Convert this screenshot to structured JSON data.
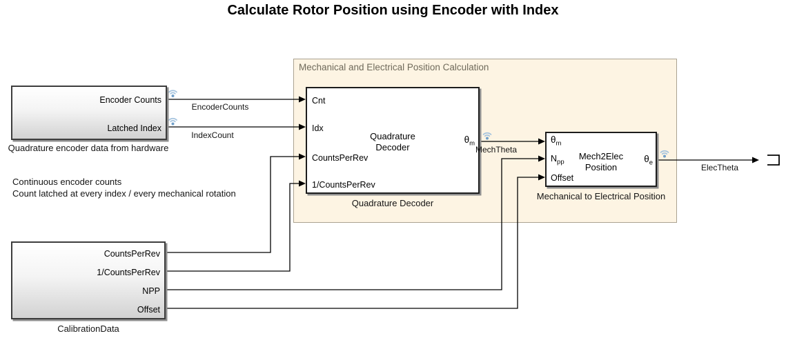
{
  "title": "Calculate Rotor Position using Encoder with Index",
  "annotation": {
    "line1": "Continuous encoder counts",
    "line2": "Count latched at every index / every mechanical rotation"
  },
  "area": {
    "title": "Mechanical and Electrical Position Calculation"
  },
  "blocks": {
    "encoder": {
      "ports_out": [
        "Encoder Counts",
        "Latched Index"
      ],
      "caption": "Quadrature encoder data from hardware"
    },
    "decoder": {
      "ports_in": [
        "Cnt",
        "Idx",
        "CountsPerRev",
        "1/CountsPerRev"
      ],
      "name_line1": "Quadrature",
      "name_line2": "Decoder",
      "out_symbol": "θ",
      "out_sub": "m",
      "caption": "Quadrature Decoder"
    },
    "mech2elec": {
      "in_theta_symbol": "θ",
      "in_theta_sub": "m",
      "in_npp_symbol": "N",
      "in_npp_sub": "pp",
      "in_offset": "Offset",
      "name_line1": "Mech2Elec",
      "name_line2": "Position",
      "out_symbol": "θ",
      "out_sub": "e",
      "caption": "Mechanical to Electrical Position"
    },
    "calibration": {
      "ports_out": [
        "CountsPerRev",
        "1/CountsPerRev",
        "NPP",
        "Offset"
      ],
      "caption": "CalibrationData"
    }
  },
  "signals": {
    "encoder_counts": "EncoderCounts",
    "index_count": "IndexCount",
    "mech_theta": "MechTheta",
    "elec_theta": "ElecTheta"
  },
  "colors": {
    "area_fill": "#fdf4e3",
    "area_border": "#aaa290",
    "area_title": "#6f6a5b",
    "wire": "#000000",
    "wifi_arc": "#a4c3de",
    "wifi_dot": "#71a0c9",
    "block_shadow": "#8f8f8f"
  }
}
